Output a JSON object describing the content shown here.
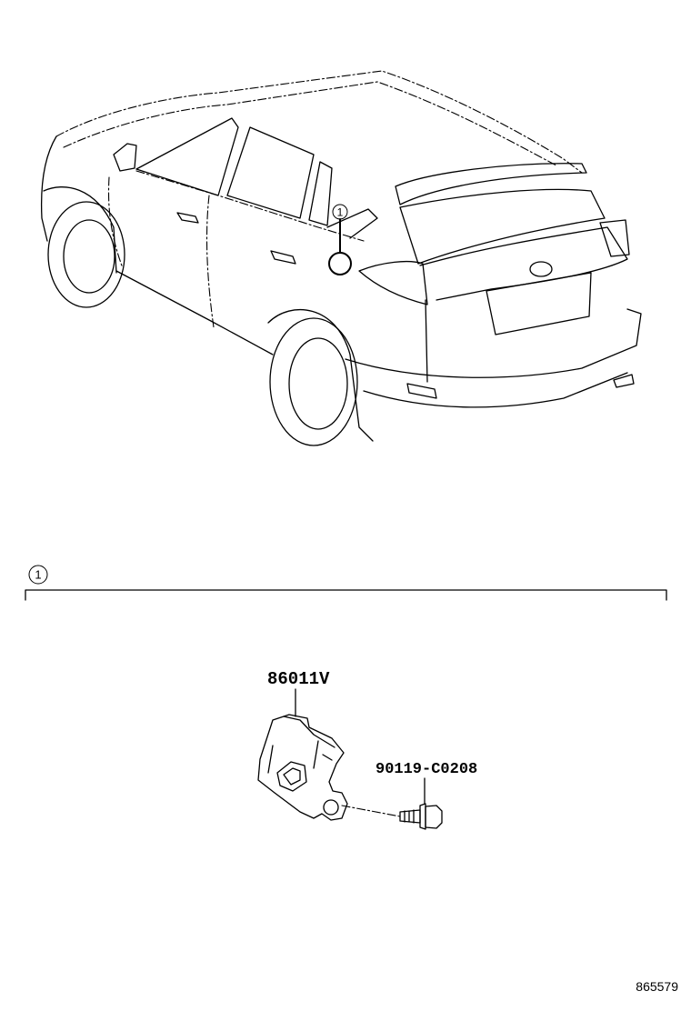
{
  "callouts": {
    "ref_marker": "1",
    "section_marker": "1"
  },
  "parts": {
    "sensor_part_no": "86011V",
    "bolt_part_no": "90119-C0208"
  },
  "illustration_id": "865579"
}
